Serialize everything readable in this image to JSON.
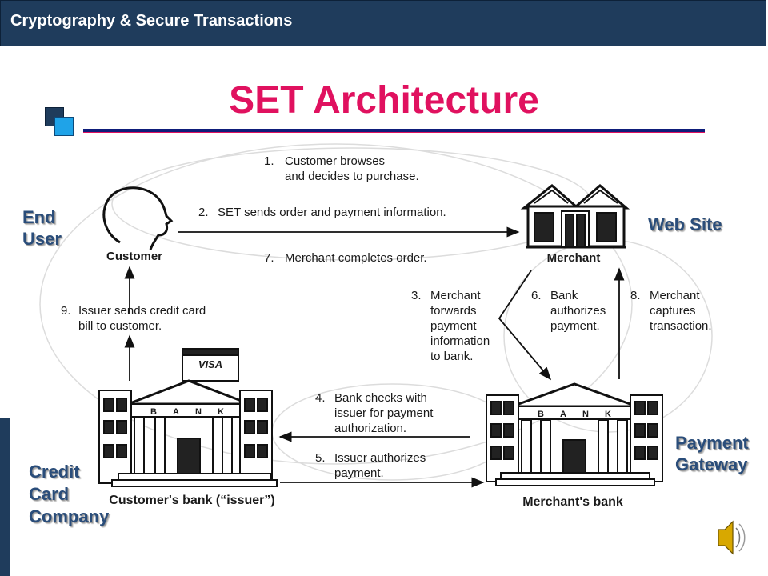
{
  "header": {
    "title": "Cryptography & Secure Transactions"
  },
  "slide": {
    "title": "SET Architecture"
  },
  "labels": {
    "end_user": [
      "End",
      "User"
    ],
    "web_site": "Web Site",
    "payment_gateway": [
      "Payment",
      "Gateway"
    ],
    "credit_card_company": [
      "Credit",
      "Card",
      "Company"
    ]
  },
  "diagram": {
    "nodes": {
      "customer": "Customer",
      "merchant": "Merchant",
      "customers_bank": "Customer's bank (“issuer”)",
      "merchants_bank": "Merchant's bank",
      "visa": "VISA",
      "bank_sign": [
        "B",
        "A",
        "N",
        "K"
      ]
    },
    "steps": {
      "s1": [
        "1.",
        "Customer browses",
        "and decides to purchase."
      ],
      "s2": [
        "2.",
        "SET sends order and payment information."
      ],
      "s3": [
        "3.",
        "Merchant",
        "forwards",
        "payment",
        "information",
        "to bank."
      ],
      "s4": [
        "4.",
        "Bank checks with",
        "issuer for payment",
        "authorization."
      ],
      "s5": [
        "5.",
        "Issuer authorizes",
        "payment."
      ],
      "s6": [
        "6.",
        "Bank",
        "authorizes",
        "payment."
      ],
      "s7": [
        "7.",
        "Merchant completes order."
      ],
      "s8": [
        "8.",
        "Merchant",
        "captures",
        "transaction."
      ],
      "s9": [
        "9.",
        "Issuer sends credit card",
        "bill to customer."
      ]
    }
  },
  "icons": {
    "speaker": "speaker-icon"
  }
}
